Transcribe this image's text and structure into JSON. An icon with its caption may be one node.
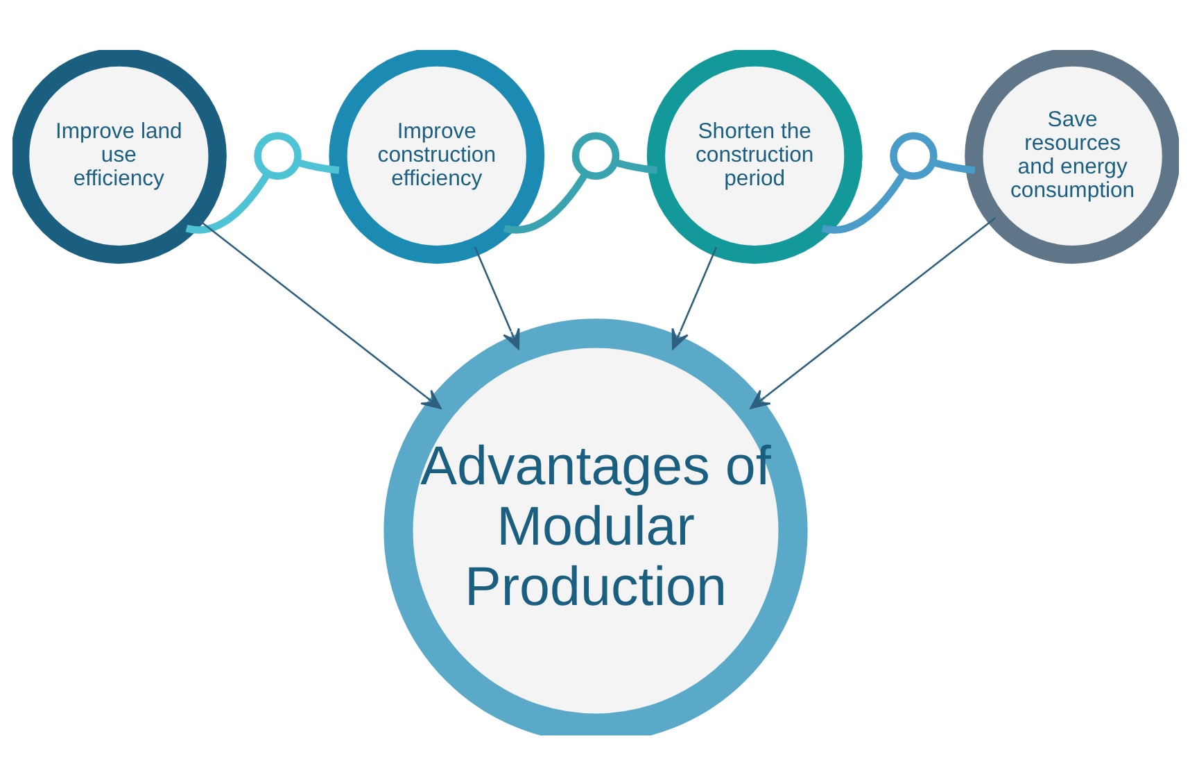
{
  "diagram": {
    "nodes": [
      {
        "text": [
          "Improve land use efficiency"
        ]
      },
      {
        "text": [],
        "shape": "circle"
      },
      {
        "text": [
          "Improve construction efficiency"
        ]
      },
      {
        "text": [],
        "shape": "circle"
      },
      {
        "text": [
          "Shorten the construction period"
        ]
      },
      {
        "text": [],
        "shape": "circle"
      },
      {
        "text": [
          "Save resources and energy consumption"
        ]
      },
      {
        "text": [
          "Advantages of Modular Production"
        ]
      }
    ],
    "edges": [
      {
        "from": 0,
        "to": 1,
        "arrow": "none",
        "color": "#4fc3d6"
      },
      {
        "from": 1,
        "to": 2,
        "arrow": "none",
        "color": "#4fc3d6"
      },
      {
        "from": 2,
        "to": 3,
        "arrow": "none",
        "color": "#3aa3b0"
      },
      {
        "from": 3,
        "to": 4,
        "arrow": "none",
        "color": "#3aa3b0"
      },
      {
        "from": 4,
        "to": 5,
        "arrow": "none",
        "color": "#4a9cc8"
      },
      {
        "from": 5,
        "to": 6,
        "arrow": "none",
        "color": "#4a9cc8"
      },
      {
        "from": 0,
        "to": 7,
        "arrow": "to"
      },
      {
        "from": 2,
        "to": 7,
        "arrow": "to"
      },
      {
        "from": 4,
        "to": 7,
        "arrow": "to"
      },
      {
        "from": 6,
        "to": 7,
        "arrow": "to"
      }
    ]
  }
}
